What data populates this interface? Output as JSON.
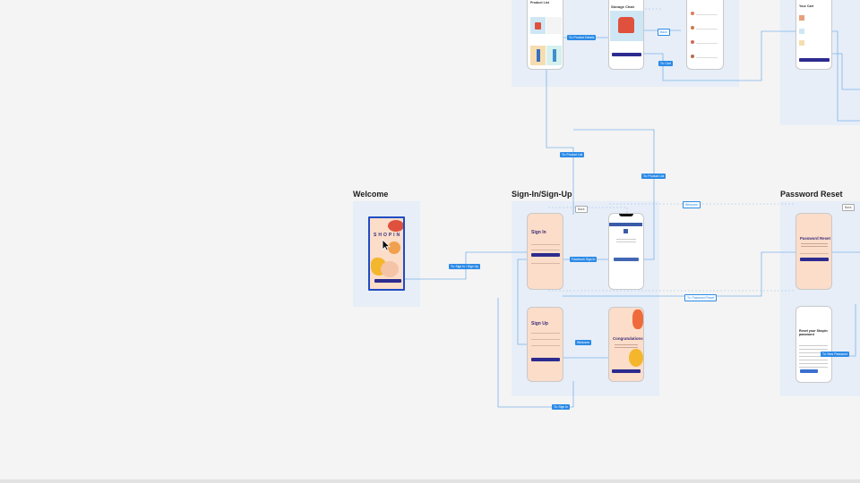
{
  "sections": {
    "welcome": "Welcome",
    "signin": "Sign-In/Sign-Up",
    "password": "Password Reset"
  },
  "screens": {
    "product_list_title": "Product List",
    "product_details_title": "Storage Chair",
    "product_cart_title": "Your Cart",
    "welcome_brand": "SHOPIN",
    "signin_title": "Sign In",
    "signup_title": "Sign Up",
    "congrats_title": "Congratulations",
    "password_reset_title": "Password Reset",
    "reset_email_title": "Reset your Shopin password"
  },
  "tags": {
    "to_product_details": "To: Product Details",
    "to_product_list_1": "To: Product List",
    "to_product_list_2": "To: Product List",
    "to_signin_signup": "To: Sign In / Sign Up",
    "facebook_signin": "Facebook Sign In",
    "to_password_reset": "To: Password Reset",
    "welcome": "Welcome",
    "to_signin": "To: Sign In",
    "to_new_password": "To: New Password",
    "to_cart": "To: Cart",
    "back_1": "Back",
    "back_2": "Back",
    "back_3": "Back"
  },
  "colors": {
    "accent": "#2b8ae6",
    "selection": "#1f4bc4",
    "section_bg": "#e7eef8",
    "peach": "#fbddc9",
    "button": "#2d2b8f"
  }
}
